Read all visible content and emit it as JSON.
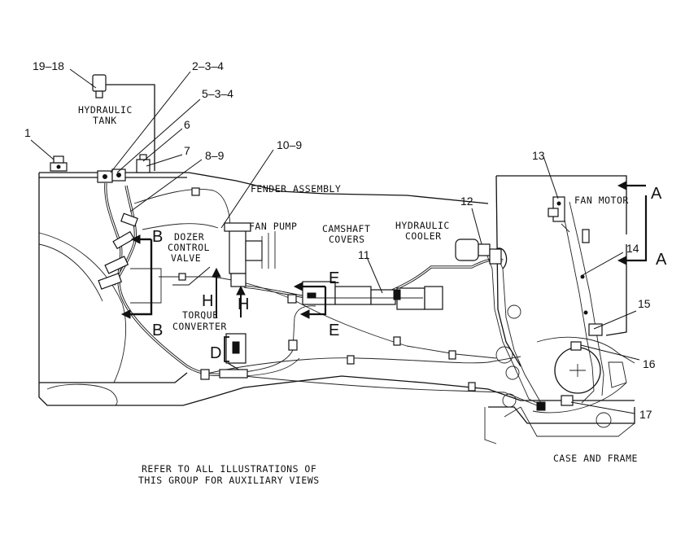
{
  "callouts": {
    "c1": "1",
    "c19_18": "19–18",
    "c2_3_4": "2–3–4",
    "c5_3_4": "5–3–4",
    "c6": "6",
    "c7": "7",
    "c8_9": "8–9",
    "c10_9": "10–9",
    "c11": "11",
    "c12": "12",
    "c13": "13",
    "c14": "14",
    "c15": "15",
    "c16": "16",
    "c17": "17"
  },
  "labels": {
    "hydraulic_tank_1": "HYDRAULIC",
    "hydraulic_tank_2": "TANK",
    "fender_assembly": "FENDER ASSEMBLY",
    "dozer_1": "DOZER",
    "dozer_2": "CONTROL",
    "dozer_3": "VALVE",
    "fan_pump": "FAN PUMP",
    "camshaft_1": "CAMSHAFT",
    "camshaft_2": "COVERS",
    "cooler_1": "HYDRAULIC",
    "cooler_2": "COOLER",
    "fan_motor": "FAN MOTOR",
    "torque_1": "TORQUE",
    "torque_2": "CONVERTER",
    "case_frame": "CASE AND FRAME",
    "refer_1": "REFER TO ALL ILLUSTRATIONS OF",
    "refer_2": "THIS GROUP FOR AUXILIARY VIEWS"
  },
  "view_letters": {
    "a_top": "A",
    "a_bottom": "A",
    "b_top": "B",
    "b_bottom": "B",
    "e_top": "E",
    "e_bottom": "E",
    "h_left": "H",
    "h_right": "H",
    "d": "D"
  }
}
